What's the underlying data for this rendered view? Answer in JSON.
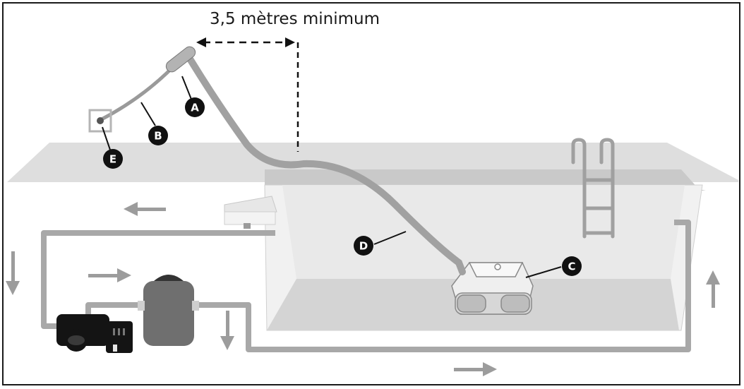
{
  "diagram": {
    "dimension_label": "3,5 mètres minimum",
    "callouts": {
      "a": "A",
      "b": "B",
      "c": "C",
      "d": "D",
      "e": "E"
    }
  },
  "colors": {
    "deck": "#dcdcdc",
    "pool_wall": "#eeeeee",
    "pool_floor": "#d6d6d6",
    "pipe": "#a8a8a8",
    "cable": "#9a9a9a",
    "filter": "#6f6f6f",
    "pump": "#141414",
    "callout_bg": "#111111",
    "callout_text": "#ffffff"
  }
}
